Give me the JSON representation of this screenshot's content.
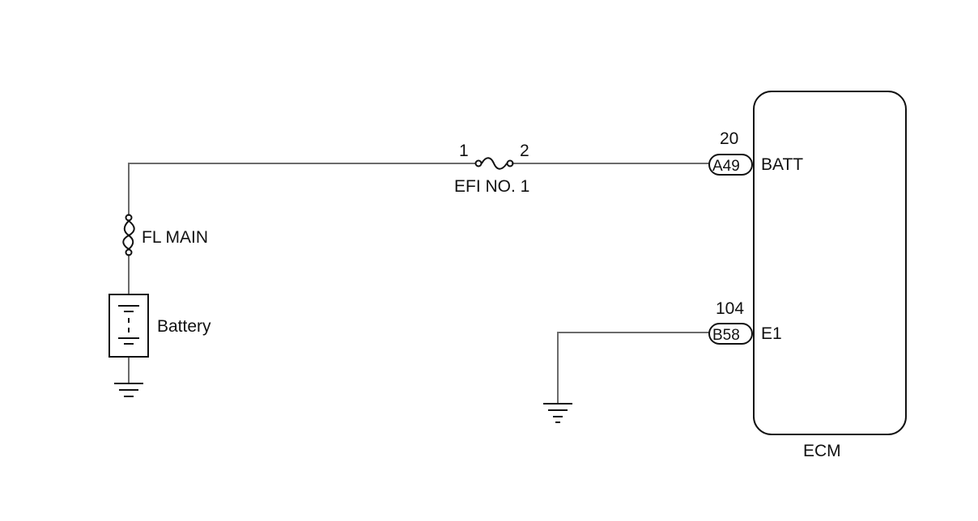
{
  "fuses": {
    "efi_no1": {
      "label": "EFI NO. 1",
      "pin_left": "1",
      "pin_right": "2"
    },
    "fl_main": {
      "label": "FL MAIN"
    }
  },
  "battery": {
    "label": "Battery"
  },
  "ecm": {
    "label": "ECM",
    "pins": [
      {
        "connector": "A49",
        "number": "20",
        "terminal": "BATT"
      },
      {
        "connector": "B58",
        "number": "104",
        "terminal": "E1"
      }
    ]
  },
  "colors": {
    "wire": "#6b6b6b",
    "component": "#111111"
  }
}
